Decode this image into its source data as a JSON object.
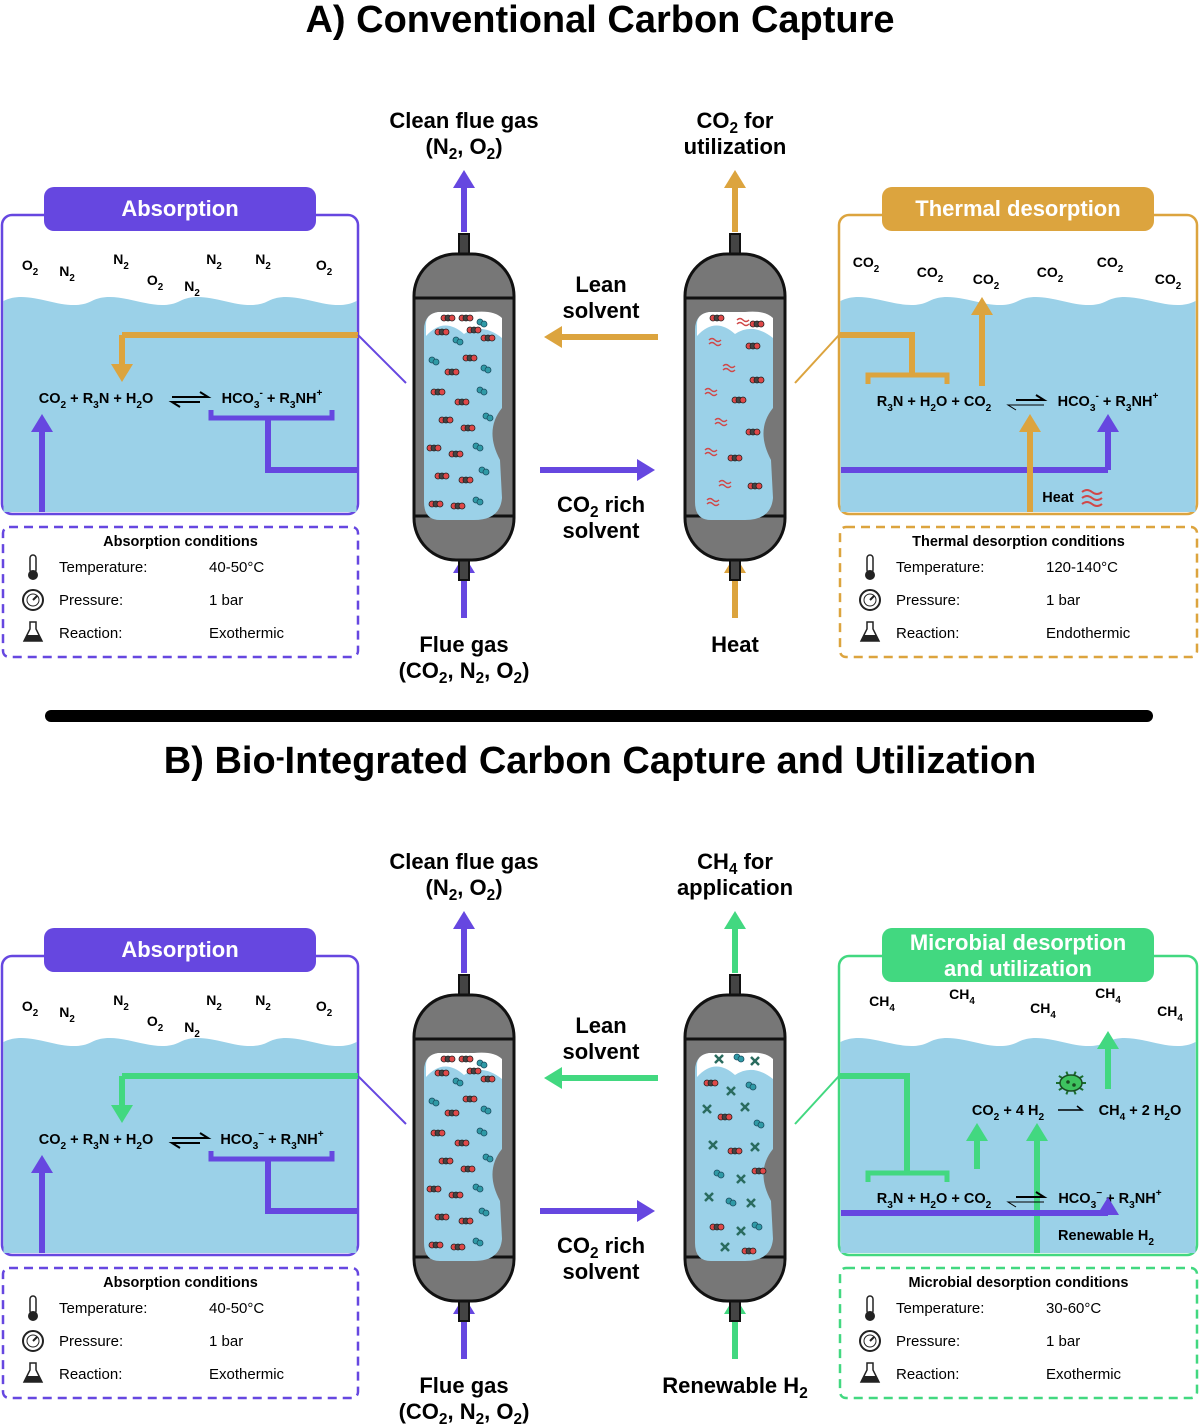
{
  "colors": {
    "purple": "#6647e0",
    "orange": "#dca43e",
    "green": "#42d880",
    "liquid": "#9bd1e8",
    "vessel": "#777777"
  },
  "icons": [
    "thermometer-icon",
    "pressure-gauge-icon",
    "flask-icon",
    "heat-waves-icon",
    "microbe-icon"
  ],
  "panel_a": {
    "title": "A) Conventional Carbon Capture",
    "top_left": [
      "Clean flue gas",
      "(N2, O2)"
    ],
    "top_right": [
      "CO2 for",
      "utilization"
    ],
    "lean": [
      "Lean",
      "solvent"
    ],
    "rich": [
      "CO2 rich",
      "solvent"
    ],
    "bottom_left": [
      "Flue gas",
      "(CO2, N2, O2)"
    ],
    "bottom_right": "Heat",
    "left_box": {
      "header": "Absorption",
      "gases": [
        "O2",
        "N2",
        "N2",
        "O2",
        "N2",
        "N2",
        "N2",
        "O2"
      ],
      "equation": [
        "CO2 + R3N + H2O",
        "HCO3- + R3NH+"
      ]
    },
    "right_box": {
      "header": "Thermal desorption",
      "gases": [
        "CO2",
        "CO2",
        "CO2",
        "CO2",
        "CO2",
        "CO2"
      ],
      "equation": [
        "R3N + H2O + CO2",
        "HCO3- + R3NH+"
      ],
      "heat_label": "Heat"
    },
    "left_conditions": {
      "title": "Absorption conditions",
      "rows": [
        [
          "Temperature:",
          "40-50°C"
        ],
        [
          "Pressure:",
          "1 bar"
        ],
        [
          "Reaction:",
          "Exothermic"
        ]
      ]
    },
    "right_conditions": {
      "title": "Thermal desorption conditions",
      "rows": [
        [
          "Temperature:",
          "120-140°C"
        ],
        [
          "Pressure:",
          "1 bar"
        ],
        [
          "Reaction:",
          "Endothermic"
        ]
      ]
    }
  },
  "panel_b": {
    "title": "B) Bio-Integrated Carbon Capture and Utilization",
    "top_left": [
      "Clean flue gas",
      "(N2, O2)"
    ],
    "top_right": [
      "CH4 for",
      "application"
    ],
    "lean": [
      "Lean",
      "solvent"
    ],
    "rich": [
      "CO2 rich",
      "solvent"
    ],
    "bottom_left": [
      "Flue gas",
      "(CO2, N2, O2)"
    ],
    "bottom_right": "Renewable H2",
    "left_box": {
      "header": "Absorption",
      "gases": [
        "O2",
        "N2",
        "N2",
        "O2",
        "N2",
        "N2",
        "N2",
        "O2"
      ],
      "equation": [
        "CO2 + R3N + H2O",
        "HCO3− + R3NH+"
      ]
    },
    "right_box": {
      "header": [
        "Microbial desorption",
        "and utilization"
      ],
      "gases": [
        "CH4",
        "CH4",
        "CH4",
        "CH4",
        "CH4"
      ],
      "equation_top": [
        "CO2 + 4 H2",
        "CH4 + 2 H2O"
      ],
      "equation": [
        "R3N + H2O + CO2",
        "HCO3− + R3NH+"
      ],
      "h2_label": "Renewable H2"
    },
    "left_conditions": {
      "title": "Absorption conditions",
      "rows": [
        [
          "Temperature:",
          "40-50°C"
        ],
        [
          "Pressure:",
          "1 bar"
        ],
        [
          "Reaction:",
          "Exothermic"
        ]
      ]
    },
    "right_conditions": {
      "title": "Microbial desorption conditions",
      "rows": [
        [
          "Temperature:",
          "30-60°C"
        ],
        [
          "Pressure:",
          "1 bar"
        ],
        [
          "Reaction:",
          "Exothermic"
        ]
      ]
    }
  }
}
